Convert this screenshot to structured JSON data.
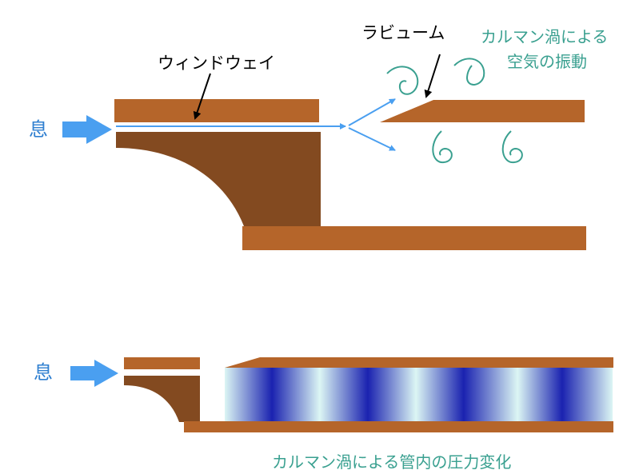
{
  "labels": {
    "breath_top": "息",
    "breath_bottom": "息",
    "windway": "ウィンドウェイ",
    "labium": "ラビューム",
    "karman_line1": "カルマン渦による",
    "karman_line2": "空気の振動",
    "caption": "カルマン渦による管内の圧力変化"
  },
  "colors": {
    "wood_light": "#b5652a",
    "wood_dark": "#834a20",
    "air_blue": "#4a9ff0",
    "vortex_teal": "#3aa090",
    "pressure_dark": "#1a22b0",
    "pressure_light": "#dcf6f4"
  }
}
